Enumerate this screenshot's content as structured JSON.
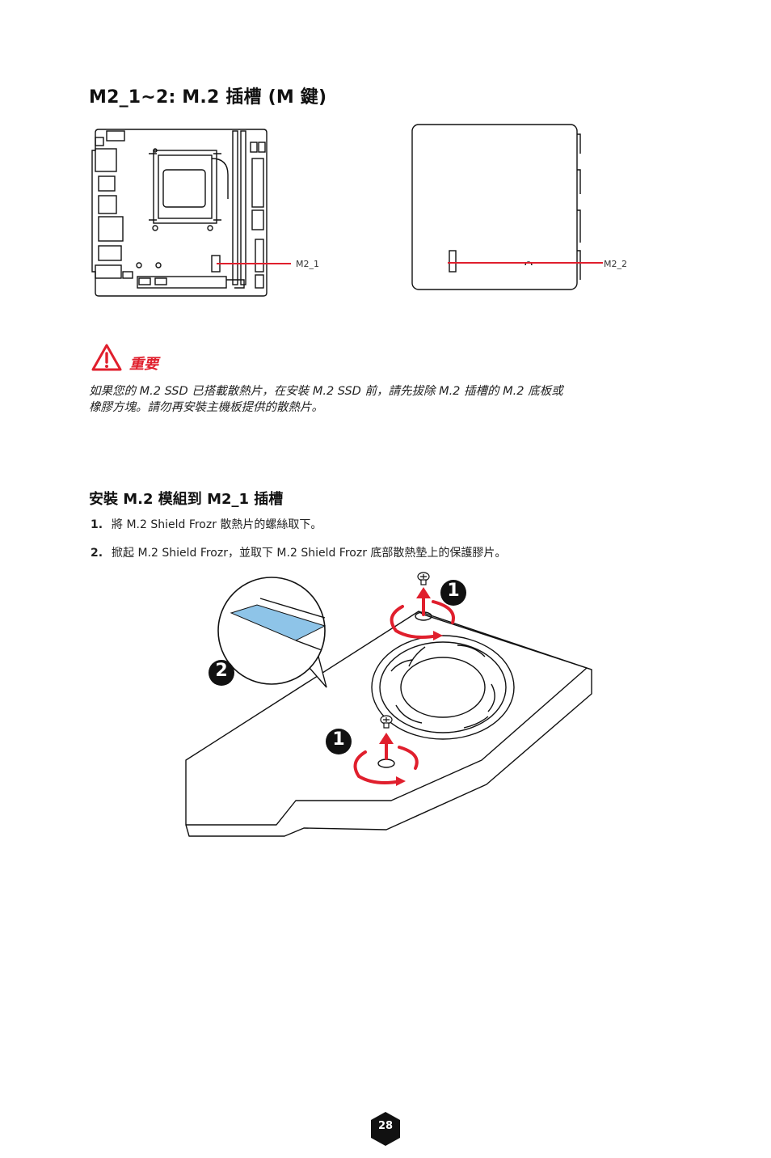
{
  "heading": "M2_1~2: M.2 插槽 (M 鍵)",
  "diagrams": {
    "front_label": "M2_1",
    "back_label": "M2_2",
    "accent_color": "#e01f2d"
  },
  "important": {
    "icon": "warning-triangle-icon",
    "title": "重要",
    "lines": [
      "如果您的 M.2 SSD 已搭載散熱片，在安裝 M.2 SSD 前，請先拔除 M.2 插槽的 M.2 底板或",
      "橡膠方塊。請勿再安裝主機板提供的散熱片。"
    ]
  },
  "install": {
    "title": "安裝 M.2 模組到  M2_1 插槽",
    "steps": [
      {
        "num": "1.",
        "text": "將 M.2 Shield Frozr 散熱片的螺絲取下。"
      },
      {
        "num": "2.",
        "text": "掀起 M.2 Shield Frozr，並取下 M.2 Shield Frozr 底部散熱墊上的保護膠片。"
      }
    ],
    "callouts": [
      "1",
      "2",
      "1"
    ]
  },
  "page_number": "28"
}
